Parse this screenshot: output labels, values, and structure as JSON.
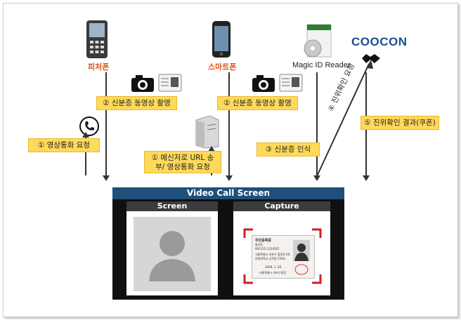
{
  "nodes": {
    "feature_phone": "피처폰",
    "smartphone": "스마트폰",
    "reader": "Magic ID Reader",
    "logo": "COOCON"
  },
  "steps": {
    "s1": "① 영상통화 요청",
    "s2a": "② 신분증 동영상 촬영",
    "s2b": "② 신분증 동영상 촬영",
    "s1b": "① 메신저로 URL 송부/ 영상통화 요청",
    "s3": "③ 신분증 인식",
    "s4": "④ 진위확인 요청",
    "s5": "⑤ 진위확인 결과(쿠폰)"
  },
  "screen": {
    "title": "Video Call Screen",
    "left_panel": "Screen",
    "right_panel": "Capture"
  },
  "id_card": {
    "title": "주민등록증",
    "name": "홍길동",
    "number": "991225-1234567",
    "address_line1": "서울특별시 마포구 합정로 00",
    "address_line2": "연세대학교 공학원 230호",
    "date": "2009. 1. 28.",
    "issuer": "서울특별시 마포구청장"
  },
  "colors": {
    "accent_orange": "#e0541a",
    "step_yellow": "#ffd95a",
    "screen_blue": "#1f4f7a"
  }
}
